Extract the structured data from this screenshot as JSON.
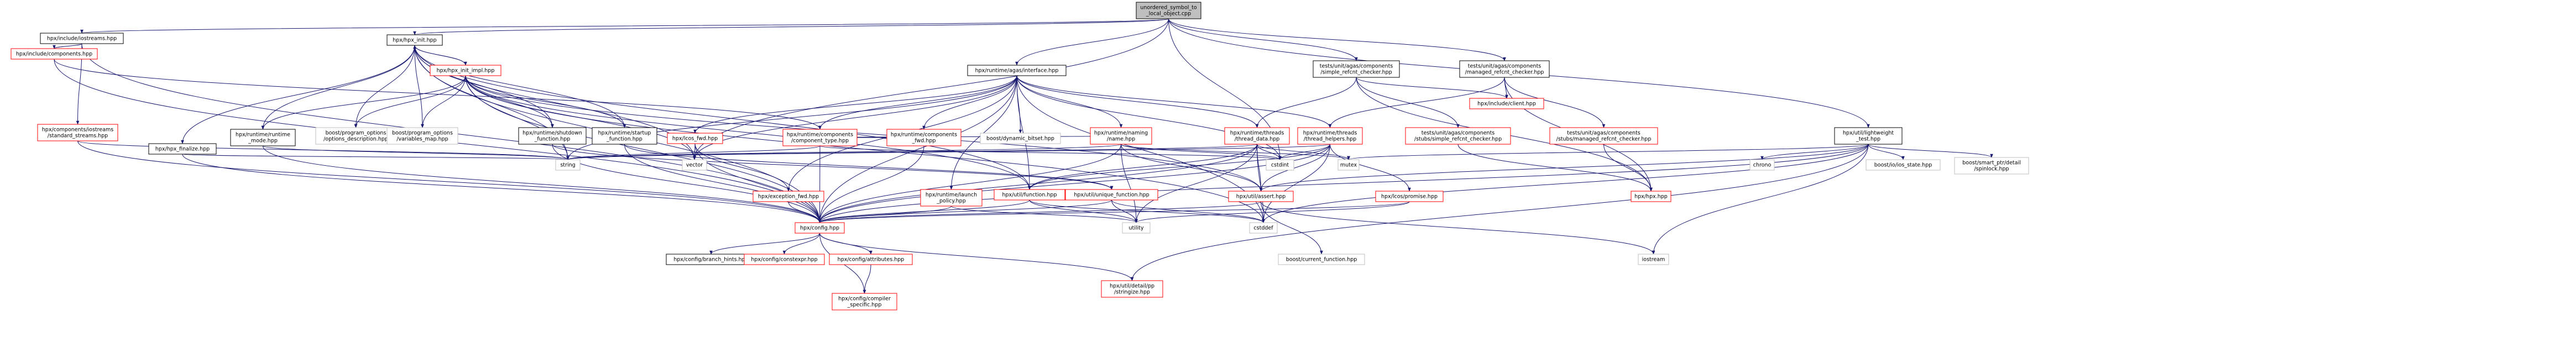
{
  "colors": {
    "root_fill": "#bfbfbf",
    "node_stroke_ok": "#000000",
    "node_stroke_missing": "#ff0000",
    "node_stroke_external": "#bfbfbf",
    "edge": "#191970",
    "text": "#000000"
  },
  "nodes": [
    {
      "id": "root",
      "lines": [
        "unordered_symbol_to",
        "_local_object.cpp"
      ],
      "kind": "root"
    },
    {
      "id": "ios",
      "lines": [
        "hpx/include/iostreams.hpp"
      ],
      "kind": "ok"
    },
    {
      "id": "comp",
      "lines": [
        "hpx/include/components.hpp"
      ],
      "kind": "missing"
    },
    {
      "id": "stdstreams",
      "lines": [
        "hpx/components/iostreams",
        "/standard_streams.hpp"
      ],
      "kind": "missing"
    },
    {
      "id": "fin",
      "lines": [
        "hpx/hpx_finalize.hpp"
      ],
      "kind": "ok"
    },
    {
      "id": "hpxinit",
      "lines": [
        "hpx/hpx_init.hpp"
      ],
      "kind": "ok"
    },
    {
      "id": "hpxinitimpl",
      "lines": [
        "hpx/hpx_init_impl.hpp"
      ],
      "kind": "missing"
    },
    {
      "id": "rtmode",
      "lines": [
        "hpx/runtime/runtime",
        "_mode.hpp"
      ],
      "kind": "ok"
    },
    {
      "id": "bpo_opt",
      "lines": [
        "boost/program_options",
        "/options_description.hpp"
      ],
      "kind": "external"
    },
    {
      "id": "bpo_var",
      "lines": [
        "boost/program_options",
        "/variables_map.hpp"
      ],
      "kind": "external"
    },
    {
      "id": "shutdown",
      "lines": [
        "hpx/runtime/shutdown",
        "_function.hpp"
      ],
      "kind": "ok"
    },
    {
      "id": "startup",
      "lines": [
        "hpx/runtime/startup",
        "_function.hpp"
      ],
      "kind": "ok"
    },
    {
      "id": "iface",
      "lines": [
        "hpx/runtime/agas/interface.hpp"
      ],
      "kind": "ok"
    },
    {
      "id": "iosfwd",
      "lines": [
        "hpx/lcos_fwd.hpp"
      ],
      "kind": "missing"
    },
    {
      "id": "comptype",
      "lines": [
        "hpx/runtime/components",
        "/component_type.hpp"
      ],
      "kind": "missing"
    },
    {
      "id": "compfwd",
      "lines": [
        "hpx/runtime/components",
        "_fwd.hpp"
      ],
      "kind": "missing"
    },
    {
      "id": "dynbitset",
      "lines": [
        "boost/dynamic_bitset.hpp"
      ],
      "kind": "external"
    },
    {
      "id": "naming",
      "lines": [
        "hpx/runtime/naming",
        "/name.hpp"
      ],
      "kind": "missing"
    },
    {
      "id": "threaddata",
      "lines": [
        "hpx/runtime/threads",
        "/thread_data.hpp"
      ],
      "kind": "missing"
    },
    {
      "id": "threadhelpers",
      "lines": [
        "hpx/runtime/threads",
        "/thread_helpers.hpp"
      ],
      "kind": "missing"
    },
    {
      "id": "simpleref",
      "lines": [
        "tests/unit/agas/components",
        "/simple_refcnt_checker.hpp"
      ],
      "kind": "ok"
    },
    {
      "id": "simplestub",
      "lines": [
        "tests/unit/agas/components",
        "/stubs/simple_refcnt_checker.hpp"
      ],
      "kind": "missing"
    },
    {
      "id": "managedref",
      "lines": [
        "tests/unit/agas/components",
        "/managed_refcnt_checker.hpp"
      ],
      "kind": "ok"
    },
    {
      "id": "managedstub",
      "lines": [
        "tests/unit/agas/components",
        "/stubs/managed_refcnt_checker.hpp"
      ],
      "kind": "missing"
    },
    {
      "id": "client",
      "lines": [
        "hpx/include/client.hpp"
      ],
      "kind": "missing"
    },
    {
      "id": "lwtest",
      "lines": [
        "hpx/util/lightweight",
        "_test.hpp"
      ],
      "kind": "ok"
    },
    {
      "id": "string",
      "lines": [
        "string"
      ],
      "kind": "external"
    },
    {
      "id": "vector",
      "lines": [
        "vector"
      ],
      "kind": "external"
    },
    {
      "id": "exfwd",
      "lines": [
        "hpx/exception_fwd.hpp"
      ],
      "kind": "missing"
    },
    {
      "id": "launch",
      "lines": [
        "hpx/runtime/launch",
        "_policy.hpp"
      ],
      "kind": "missing"
    },
    {
      "id": "ufunc",
      "lines": [
        "hpx/util/function.hpp"
      ],
      "kind": "missing"
    },
    {
      "id": "uniquefn",
      "lines": [
        "hpx/util/unique_function.hpp"
      ],
      "kind": "missing"
    },
    {
      "id": "cstdint",
      "lines": [
        "cstdint"
      ],
      "kind": "external"
    },
    {
      "id": "mutex",
      "lines": [
        "mutex"
      ],
      "kind": "external"
    },
    {
      "id": "assert",
      "lines": [
        "hpx/util/assert.hpp"
      ],
      "kind": "missing"
    },
    {
      "id": "promise",
      "lines": [
        "hpx/lcos/promise.hpp"
      ],
      "kind": "missing"
    },
    {
      "id": "hpxhpp",
      "lines": [
        "hpx/hpx.hpp"
      ],
      "kind": "missing"
    },
    {
      "id": "chrono",
      "lines": [
        "chrono"
      ],
      "kind": "external"
    },
    {
      "id": "iostate",
      "lines": [
        "boost/io/ios_state.hpp"
      ],
      "kind": "external"
    },
    {
      "id": "smartptr",
      "lines": [
        "boost/smart_ptr/detail",
        "/spinlock.hpp"
      ],
      "kind": "external"
    },
    {
      "id": "cstddef",
      "lines": [
        "cstddef"
      ],
      "kind": "external"
    },
    {
      "id": "utility",
      "lines": [
        "utility"
      ],
      "kind": "external"
    },
    {
      "id": "config",
      "lines": [
        "hpx/config.hpp"
      ],
      "kind": "missing"
    },
    {
      "id": "curfn",
      "lines": [
        "boost/current_function.hpp"
      ],
      "kind": "external"
    },
    {
      "id": "iostream",
      "lines": [
        "iostream"
      ],
      "kind": "external"
    },
    {
      "id": "branch",
      "lines": [
        "hpx/config/branch_hints.hpp"
      ],
      "kind": "ok"
    },
    {
      "id": "constexpr",
      "lines": [
        "hpx/config/constexpr.hpp"
      ],
      "kind": "missing"
    },
    {
      "id": "attrs",
      "lines": [
        "hpx/config/attributes.hpp"
      ],
      "kind": "missing"
    },
    {
      "id": "stringize",
      "lines": [
        "hpx/util/detail/pp",
        "/stringize.hpp"
      ],
      "kind": "missing"
    },
    {
      "id": "compspec",
      "lines": [
        "hpx/config/compiler",
        "_specific.hpp"
      ],
      "kind": "missing"
    }
  ],
  "edges": [
    [
      "root",
      "ios"
    ],
    [
      "root",
      "hpxinit"
    ],
    [
      "root",
      "iface"
    ],
    [
      "root",
      "simpleref"
    ],
    [
      "root",
      "managedref"
    ],
    [
      "root",
      "lwtest"
    ],
    [
      "root",
      "vector"
    ],
    [
      "root",
      "cstdint"
    ],
    [
      "ios",
      "comp"
    ],
    [
      "ios",
      "stdstreams"
    ],
    [
      "ios",
      "config"
    ],
    [
      "comp",
      "config"
    ],
    [
      "comp",
      "comptype"
    ],
    [
      "stdstreams",
      "string"
    ],
    [
      "stdstreams",
      "config"
    ],
    [
      "hpxinit",
      "hpxinitimpl"
    ],
    [
      "hpxinit",
      "fin"
    ],
    [
      "hpxinit",
      "rtmode"
    ],
    [
      "hpxinit",
      "bpo_opt"
    ],
    [
      "hpxinit",
      "bpo_var"
    ],
    [
      "hpxinit",
      "shutdown"
    ],
    [
      "hpxinit",
      "startup"
    ],
    [
      "hpxinit",
      "string"
    ],
    [
      "hpxinit",
      "vector"
    ],
    [
      "hpxinit",
      "config"
    ],
    [
      "hpxinit",
      "ufunc"
    ],
    [
      "hpxinitimpl",
      "hpxinit"
    ],
    [
      "hpxinitimpl",
      "rtmode"
    ],
    [
      "hpxinitimpl",
      "bpo_opt"
    ],
    [
      "hpxinitimpl",
      "bpo_var"
    ],
    [
      "hpxinitimpl",
      "shutdown"
    ],
    [
      "hpxinitimpl",
      "startup"
    ],
    [
      "hpxinitimpl",
      "string"
    ],
    [
      "hpxinitimpl",
      "vector"
    ],
    [
      "hpxinitimpl",
      "assert"
    ],
    [
      "hpxinitimpl",
      "ufunc"
    ],
    [
      "hpxinitimpl",
      "config"
    ],
    [
      "hpxinitimpl",
      "cstddef"
    ],
    [
      "fin",
      "config"
    ],
    [
      "fin",
      "string"
    ],
    [
      "rtmode",
      "config"
    ],
    [
      "rtmode",
      "string"
    ],
    [
      "shutdown",
      "config"
    ],
    [
      "shutdown",
      "uniquefn"
    ],
    [
      "startup",
      "config"
    ],
    [
      "startup",
      "uniquefn"
    ],
    [
      "iface",
      "iosfwd"
    ],
    [
      "iface",
      "comptype"
    ],
    [
      "iface",
      "compfwd"
    ],
    [
      "iface",
      "dynbitset"
    ],
    [
      "iface",
      "naming"
    ],
    [
      "iface",
      "threaddata"
    ],
    [
      "iface",
      "threadhelpers"
    ],
    [
      "iface",
      "exfwd"
    ],
    [
      "iface",
      "launch"
    ],
    [
      "iface",
      "ufunc"
    ],
    [
      "iface",
      "config"
    ],
    [
      "iface",
      "string"
    ],
    [
      "iface",
      "vector"
    ],
    [
      "iface",
      "cstdint"
    ],
    [
      "iface",
      "cstddef"
    ],
    [
      "iosfwd",
      "config"
    ],
    [
      "iosfwd",
      "vector"
    ],
    [
      "iosfwd",
      "exfwd"
    ],
    [
      "comptype",
      "config"
    ],
    [
      "comptype",
      "string"
    ],
    [
      "comptype",
      "cstdint"
    ],
    [
      "comptype",
      "naming"
    ],
    [
      "compfwd",
      "config"
    ],
    [
      "compfwd",
      "comptype"
    ],
    [
      "naming",
      "config"
    ],
    [
      "naming",
      "assert"
    ],
    [
      "naming",
      "string"
    ],
    [
      "naming",
      "cstdint"
    ],
    [
      "naming",
      "mutex"
    ],
    [
      "naming",
      "utility"
    ],
    [
      "threaddata",
      "config"
    ],
    [
      "threaddata",
      "assert"
    ],
    [
      "threaddata",
      "ufunc"
    ],
    [
      "threaddata",
      "cstddef"
    ],
    [
      "threaddata",
      "cstdint"
    ],
    [
      "threaddata",
      "mutex"
    ],
    [
      "threaddata",
      "string"
    ],
    [
      "threaddata",
      "utility"
    ],
    [
      "threadhelpers",
      "config"
    ],
    [
      "threadhelpers",
      "assert"
    ],
    [
      "threadhelpers",
      "ufunc"
    ],
    [
      "threadhelpers",
      "cstddef"
    ],
    [
      "threadhelpers",
      "cstdint"
    ],
    [
      "threadhelpers",
      "string"
    ],
    [
      "threadhelpers",
      "promise"
    ],
    [
      "simpleref",
      "simplestub"
    ],
    [
      "simpleref",
      "client"
    ],
    [
      "simpleref",
      "hpxhpp"
    ],
    [
      "simpleref",
      "threaddata"
    ],
    [
      "simplestub",
      "hpxhpp"
    ],
    [
      "managedref",
      "managedstub"
    ],
    [
      "managedref",
      "client"
    ],
    [
      "managedref",
      "hpxhpp"
    ],
    [
      "managedref",
      "threadhelpers"
    ],
    [
      "managedstub",
      "hpxhpp"
    ],
    [
      "lwtest",
      "config"
    ],
    [
      "lwtest",
      "assert"
    ],
    [
      "lwtest",
      "chrono"
    ],
    [
      "lwtest",
      "iostate"
    ],
    [
      "lwtest",
      "smartptr"
    ],
    [
      "lwtest",
      "cstddef"
    ],
    [
      "lwtest",
      "iostream"
    ],
    [
      "lwtest",
      "mutex"
    ],
    [
      "lwtest",
      "stringize"
    ],
    [
      "exfwd",
      "config"
    ],
    [
      "launch",
      "config"
    ],
    [
      "launch",
      "utility"
    ],
    [
      "ufunc",
      "config"
    ],
    [
      "ufunc",
      "utility"
    ],
    [
      "ufunc",
      "cstddef"
    ],
    [
      "uniquefn",
      "config"
    ],
    [
      "uniquefn",
      "utility"
    ],
    [
      "uniquefn",
      "cstddef"
    ],
    [
      "assert",
      "config"
    ],
    [
      "assert",
      "curfn"
    ],
    [
      "assert",
      "iostream"
    ],
    [
      "promise",
      "config"
    ],
    [
      "promise",
      "utility"
    ],
    [
      "config",
      "branch"
    ],
    [
      "config",
      "constexpr"
    ],
    [
      "config",
      "attrs"
    ],
    [
      "config",
      "stringize"
    ],
    [
      "config",
      "compspec"
    ],
    [
      "attrs",
      "compspec"
    ]
  ]
}
